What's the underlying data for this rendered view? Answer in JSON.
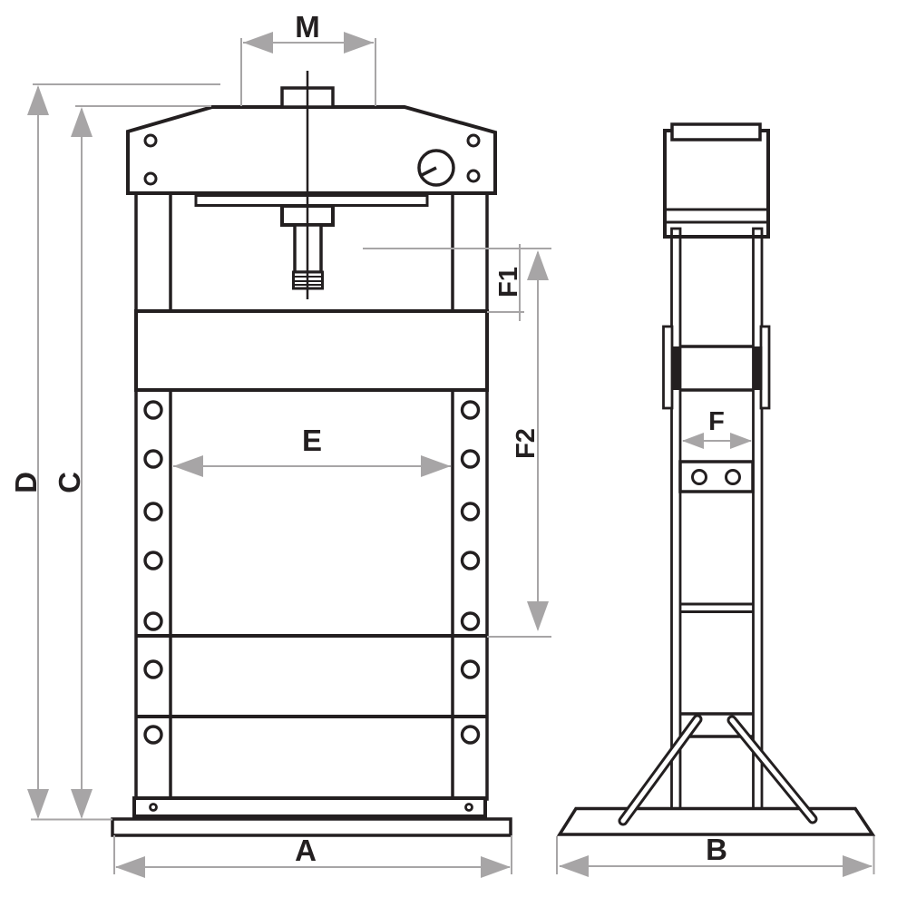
{
  "title": "Hydraulic workshop press dimensional drawing",
  "views": {
    "front_view": "press front elevation",
    "side_view": "press side elevation"
  },
  "dims": {
    "M": "M",
    "D": "D",
    "C": "C",
    "E": "E",
    "F1": "F1",
    "F2": "F2",
    "F": "F",
    "A": "A",
    "B": "B"
  },
  "colors": {
    "line": "#231f20",
    "dimension": "#a7a5a6",
    "background": "#ffffff"
  }
}
